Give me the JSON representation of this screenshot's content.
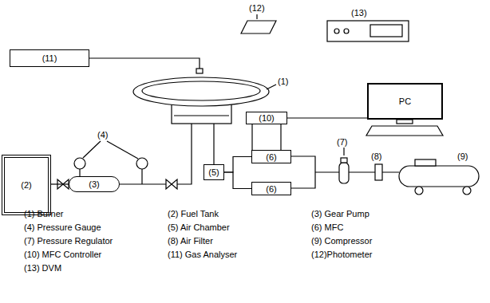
{
  "diagram": {
    "nodes": [
      {
        "text": [
          "(11)"
        ]
      },
      {
        "text": [
          "(10)"
        ]
      },
      {
        "text": [
          "PC"
        ]
      },
      {
        "text": [
          "(2)"
        ]
      },
      {
        "text": [
          "(3)"
        ]
      },
      {
        "text": [
          "(5)"
        ]
      },
      {
        "text": [
          "(6)"
        ]
      },
      {
        "text": [
          "(6)"
        ]
      }
    ],
    "edges": [
      {
        "from": 3,
        "to": 4,
        "arrow": "none"
      },
      {
        "from": 1,
        "to": 2,
        "arrow": "none"
      },
      {
        "from": 1,
        "to": 6,
        "arrow": "none"
      },
      {
        "from": 1,
        "to": 6,
        "arrow": "none"
      },
      {
        "from": 6,
        "to": 5,
        "arrow": "none"
      },
      {
        "from": 7,
        "to": 5,
        "arrow": "none"
      }
    ],
    "labels": [
      "(1)",
      "(12)",
      "(13)",
      "(4)",
      "(7)",
      "(8)",
      "(9)",
      "(1) Burner",
      "(2) Fuel Tank",
      "(3) Gear Pump",
      "(4) Pressure Gauge",
      "(5) Air Chamber",
      "(6) MFC",
      "(7) Pressure Regulator",
      "(8) Air Filter",
      "(9) Compressor",
      "(10) MFC Controller",
      "(11) Gas Analyser",
      "(12)Photometer",
      "(13) DVM"
    ]
  }
}
